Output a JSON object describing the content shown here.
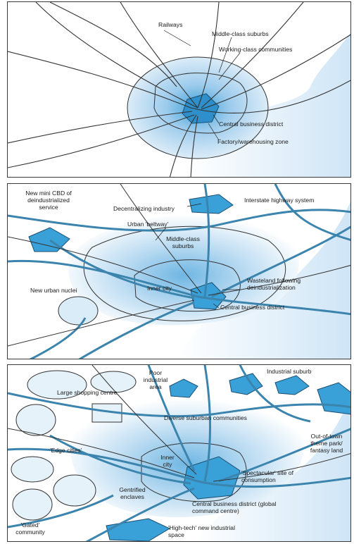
{
  "panel1": {
    "railways": "Railways",
    "middle_class_suburbs": "Middle-class suburbs",
    "working_class": "Working-class communities",
    "cbd": "Central business district",
    "factory_zone": "Factory/warehousing zone"
  },
  "panel2": {
    "new_mini_cbd": "New mini CBD of deindustrialized service",
    "decentralizing_industry": "Decentralizing industry",
    "interstate": "Interstate highway system",
    "beltway": "Urban 'beltway'",
    "middle_class_suburbs": "Middle-class suburbs",
    "new_urban_nuclei": "New urban nuclei",
    "inner_city": "Inner city",
    "wasteland": "Wasteland following deindustrialization",
    "cbd": "Central business district"
  },
  "panel3": {
    "large_shopping": "Large shopping centre",
    "poor_industrial": "Poor industrial area",
    "industrial_suburb": "Industrial suburb",
    "diverse_suburban": "Diverse suburban communities",
    "theme_park": "Out-of-town theme park/ fantasy land",
    "edge_cities": "'Edge cities'",
    "inner_city": "Inner city",
    "spectacular": "'Spectacular' site of consumption",
    "gentrified": "Gentrified enclaves",
    "cbd_global": "Central business district (global command centre)",
    "gated": "'Gated' community",
    "high_tech": "'High-tech' new industrial space"
  },
  "colors": {
    "water": "#dcecf8",
    "suburb": "#bcdcf2",
    "core": "#3aa0d8",
    "road": "#3b84ad",
    "rail": "#333333"
  }
}
